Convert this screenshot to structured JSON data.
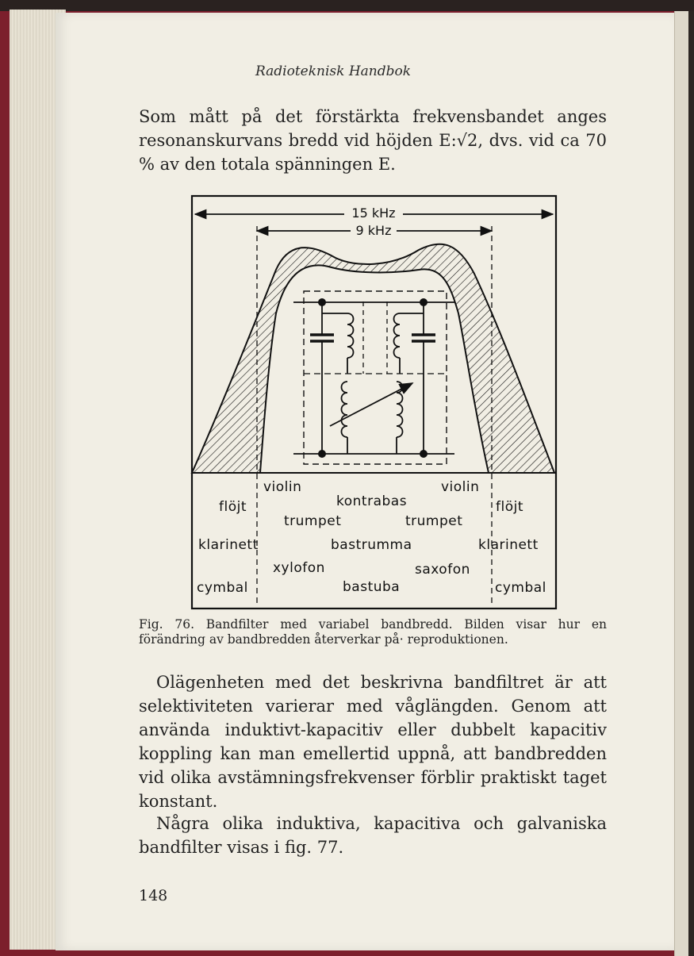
{
  "running_head": "Radioteknisk Handbok",
  "paragraphs": {
    "p1": "Som mått på det förstärkta frekvensbandet anges resonanskurvans bredd vid höjden E:√2, dvs. vid ca 70 % av den totala spänningen E.",
    "p2": "Olägenheten med det beskrivna bandfiltret är att selektiviteten varierar med våglängden. Genom att använda induktivt-kapacitiv eller dubbelt kapacitiv koppling kan man emellertid uppnå, att bandbredden vid olika avstämningsfrekvenser förblir praktiskt taget konstant.",
    "p3": "Några olika induktiva, kapacitiva och galvaniska bandfilter visas i fig. 77."
  },
  "figure": {
    "scale_outer": "15 kHz",
    "scale_inner": "9 kHz",
    "instruments": {
      "violin_left": "violin",
      "violin_right": "violin",
      "flojt_left": "flöjt",
      "flojt_right": "flöjt",
      "kontrabas": "kontrabas",
      "trumpet_left": "trumpet",
      "trumpet_right": "trumpet",
      "klarinett_left": "klarinett",
      "klarinett_right": "klarinett",
      "bastrumma": "bastrumma",
      "xylofon": "xylofon",
      "saxofon": "saxofon",
      "cymbal_left": "cymbal",
      "cymbal_right": "cymbal",
      "bastuba": "bastuba"
    },
    "caption": "Fig. 76. Bandfilter med variabel bandbredd. Bilden visar hur en förändring av bandbredden återverkar på· reproduktionen."
  },
  "page_number": "148",
  "colors": {
    "paper": "#f1eee4",
    "ink": "#111111",
    "cover": "#7c1f2c"
  }
}
